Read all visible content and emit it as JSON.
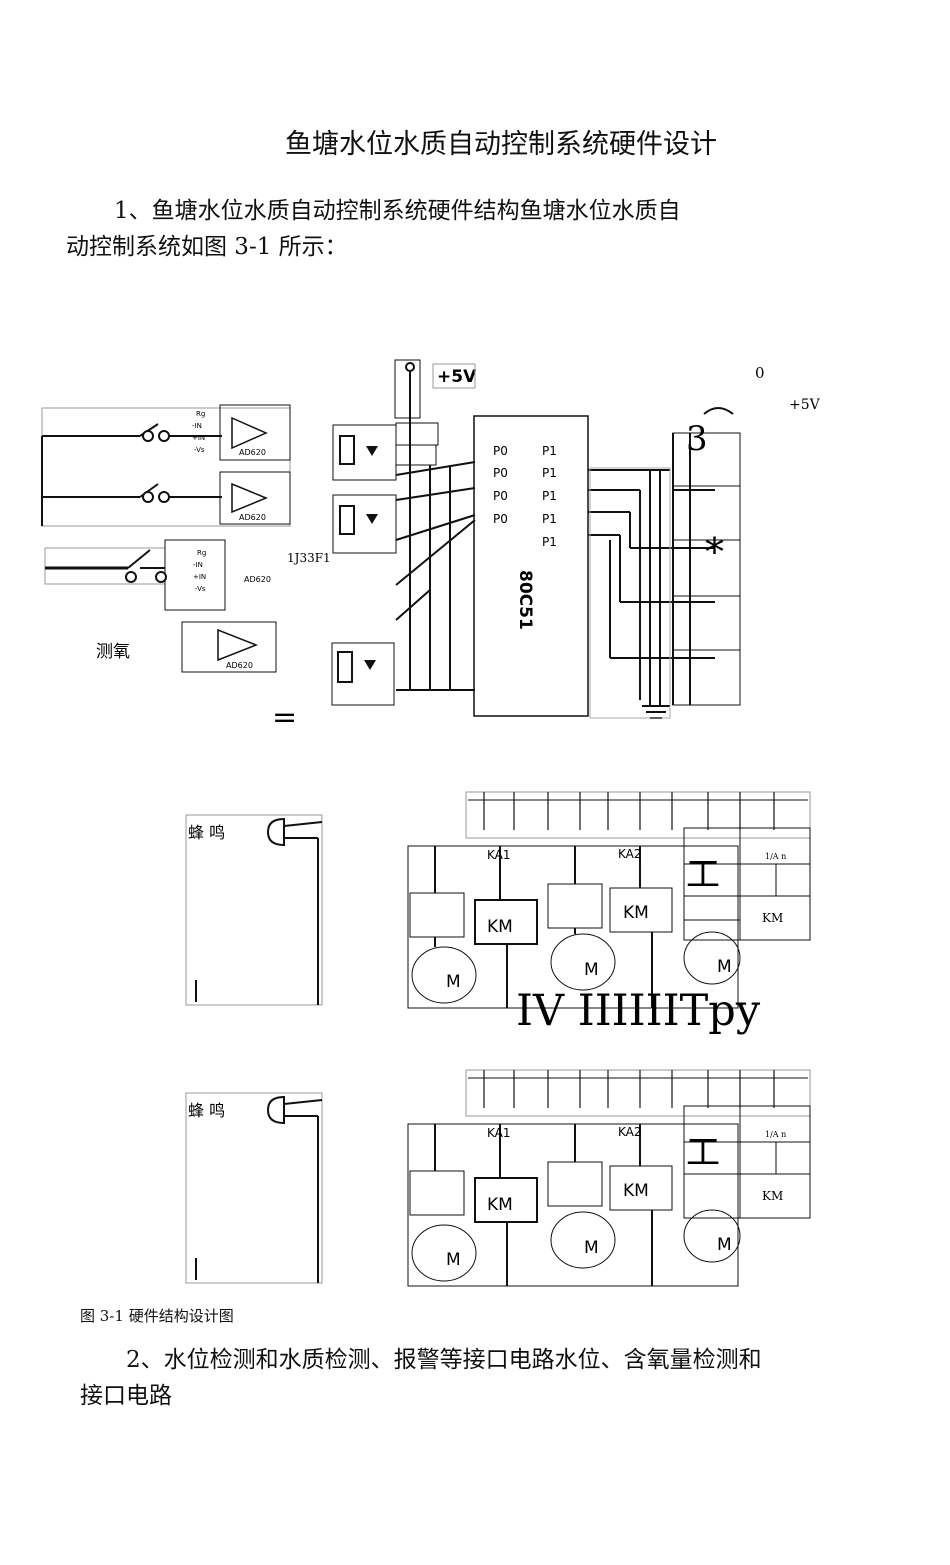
{
  "doc": {
    "title": "鱼塘水位水质自动控制系统硬件设计",
    "para1_line1": "1、鱼塘水位水质自动控制系统硬件结构鱼塘水位水质自",
    "para1_line2": "动控制系统如图 3-1 所示：",
    "caption": "图 3-1 硬件结构设计图",
    "para2_line1": "2、水位检测和水质检测、报警等接口电路水位、含氧量检测和",
    "para2_line2": "接口电路"
  },
  "figure": {
    "plus5v_left": "+5V",
    "plus5v_right": "+5V",
    "zero": "0",
    "three": "3",
    "star": "*",
    "chip": "80C51",
    "ad620": "AD620",
    "ad620_small": "AD620",
    "label_1j33f1": "1J33F1",
    "label_oxygen": "测氧",
    "equals": "=",
    "port_p0": "P0",
    "port_p1": "P1",
    "pin_rg": "Rg",
    "pin_in_minus": "-IN",
    "pin_in_plus": "+IN",
    "pin_vs": "-Vs",
    "buzzer": "蜂 鸣",
    "km": "KM",
    "m": "M",
    "ka1": "KA1",
    "ka2": "KA2",
    "gong": "工",
    "one_a_n": "1/A n",
    "km_small": "KM",
    "stray_text": "IV  IIIIIITpy"
  }
}
